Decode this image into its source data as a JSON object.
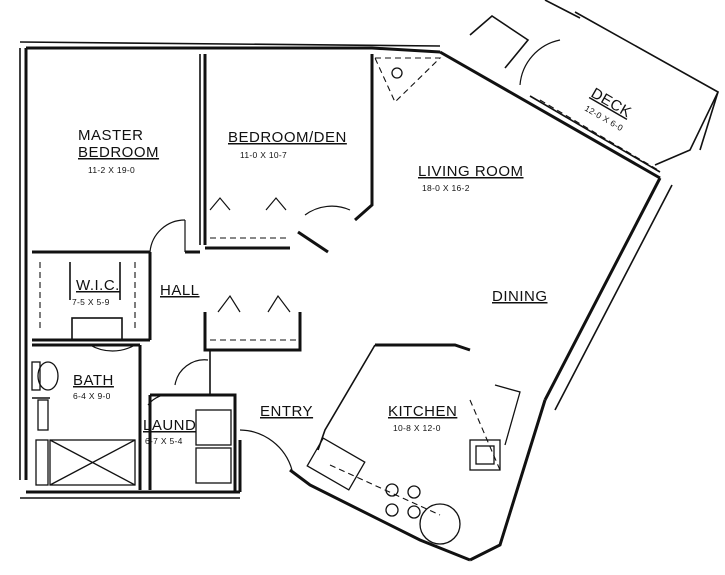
{
  "rooms": {
    "master_bedroom": {
      "name_line1": "MASTER",
      "name_line2": "BEDROOM",
      "dims": "11-2 X 19-0"
    },
    "bedroom_den": {
      "name": "BEDROOM/DEN",
      "dims": "11-0 X 10-7"
    },
    "living_room": {
      "name": "LIVING ROOM",
      "dims": "18-0 X 16-2"
    },
    "deck": {
      "name": "DECK",
      "dims": "12-0 X 6-0"
    },
    "wic": {
      "name": "W.I.C.",
      "dims": "7-5 X 5-9"
    },
    "hall": {
      "name": "HALL"
    },
    "dining": {
      "name": "DINING"
    },
    "bath": {
      "name": "BATH",
      "dims": "6-4 X 9-0"
    },
    "laundry": {
      "name": "LAUND",
      "dims": "6-7 X 5-4"
    },
    "entry": {
      "name": "ENTRY"
    },
    "kitchen": {
      "name": "KITCHEN",
      "dims": "10-8 X 12-0"
    }
  },
  "colors": {
    "line": "#111111",
    "background": "#ffffff"
  }
}
